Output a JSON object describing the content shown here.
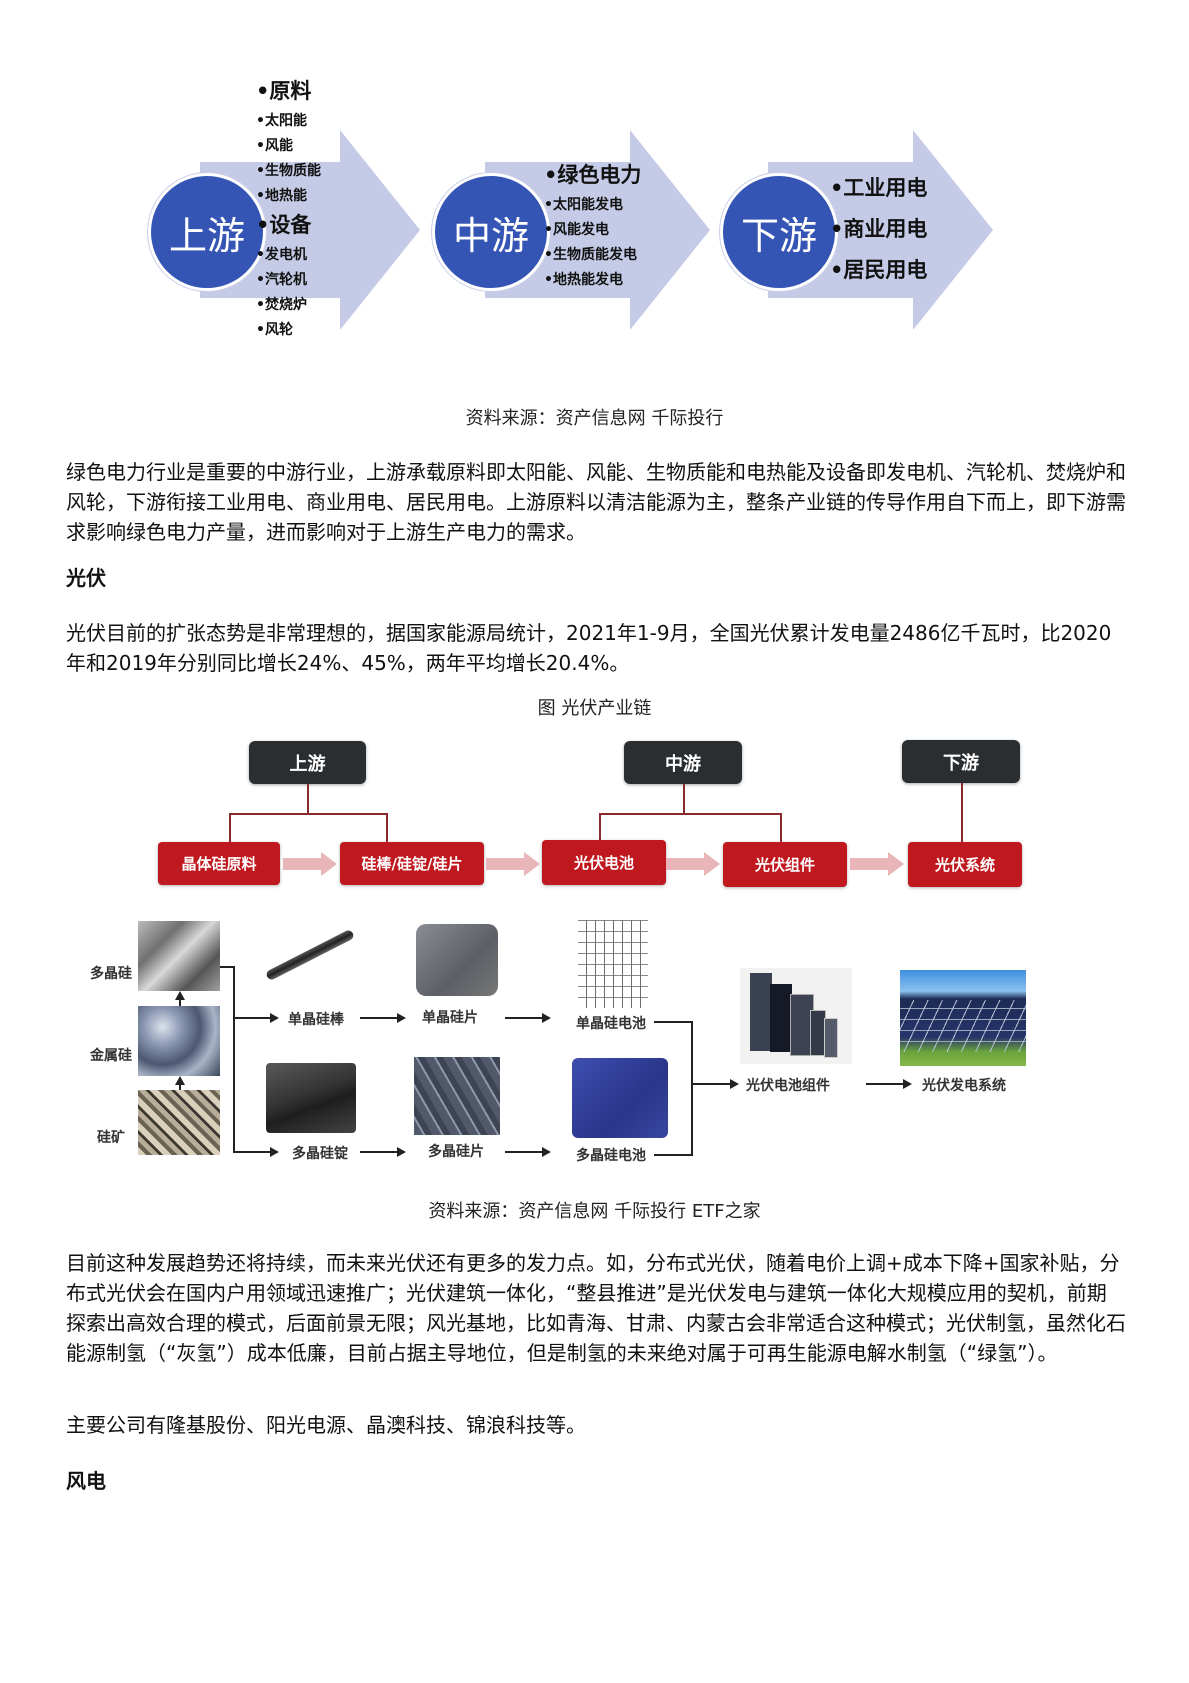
{
  "figure1": {
    "stages": [
      {
        "label": "上游",
        "groups": [
          {
            "title": "•原料",
            "items": [
              "•太阳能",
              "•风能",
              "•生物质能",
              "•地热能"
            ]
          },
          {
            "title": "•设备",
            "items": [
              "•发电机",
              "•汽轮机",
              "•焚烧炉",
              "•风轮"
            ]
          }
        ]
      },
      {
        "label": "中游",
        "groups": [
          {
            "title": "•绿色电力",
            "items": [
              "•太阳能发电",
              "•风能发电",
              "•生物质能发电",
              "•地热能发电"
            ]
          }
        ]
      },
      {
        "label": "下游",
        "items": [
          "•工业用电",
          "•商业用电",
          "•居民用电"
        ]
      }
    ],
    "colors": {
      "circle": "#3555b5",
      "arrow": "#c5cbe6"
    },
    "source": "资料来源：资产信息网 千际投行"
  },
  "paragraphs": {
    "green_power": "绿色电力行业是重要的中游行业，上游承载原料即太阳能、风能、生物质能和电热能及设备即发电机、汽轮机、焚烧炉和风轮，下游衔接工业用电、商业用电、居民用电。上游原料以清洁能源为主，整条产业链的传导作用自下而上，即下游需求影响绿色电力产量，进而影响对于上游生产电力的需求。",
    "pv_heading": "光伏",
    "pv_intro": "光伏目前的扩张态势是非常理想的，据国家能源局统计，2021年1-9月，全国光伏累计发电量2486亿千瓦时，比2020年和2019年分别同比增长24%、45%，两年平均增长20.4%。",
    "pv_future": "目前这种发展趋势还将持续，而未来光伏还有更多的发力点。如，分布式光伏，随着电价上调+成本下降+国家补贴，分布式光伏会在国内户用领域迅速推广；光伏建筑一体化，“整县推进”是光伏发电与建筑一体化大规模应用的契机，前期探索出高效合理的模式，后面前景无限；风光基地，比如青海、甘肃、内蒙古会非常适合这种模式；光伏制氢，虽然化石能源制氢（“灰氢”）成本低廉，目前占据主导地位，但是制氢的未来绝对属于可再生能源电解水制氢（“绿氢”）。",
    "pv_companies": "主要公司有隆基股份、阳光电源、晶澳科技、锦浪科技等。",
    "wind_heading": "风电"
  },
  "figure2": {
    "title": "图 光伏产业链",
    "tiers": [
      "上游",
      "中游",
      "下游"
    ],
    "steps": [
      "晶体硅原料",
      "硅棒/硅锭/硅片",
      "光伏电池",
      "光伏组件",
      "光伏系统"
    ],
    "materials": [
      "多晶硅",
      "金属硅",
      "硅矿"
    ],
    "mono_path": [
      "单晶硅棒",
      "单晶硅片",
      "单晶硅电池"
    ],
    "poly_path": [
      "多晶硅锭",
      "多晶硅片",
      "多晶硅电池"
    ],
    "module": "光伏电池组件",
    "system": "光伏发电系统",
    "colors": {
      "tier_box": "#2b2e31",
      "step_box": "#c0181f",
      "step_arrow": "#e8b5b8"
    },
    "source": "资料来源：资产信息网 千际投行 ETF之家"
  }
}
